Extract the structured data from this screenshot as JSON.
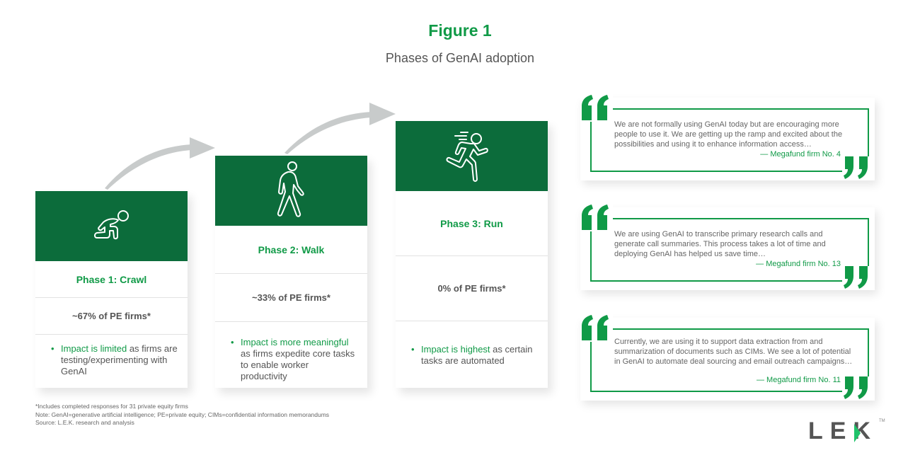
{
  "figure": {
    "title": "Figure 1",
    "subtitle": "Phases of GenAI adoption"
  },
  "colors": {
    "brand_green": "#109a47",
    "dark_green": "#0c6c3b",
    "arrow_gray": "#c8cbcb",
    "text_gray": "#555555"
  },
  "phases": [
    {
      "icon": "crawling-baby-icon",
      "label": "Phase 1: Crawl",
      "share": "~67% of PE firms*",
      "impact_highlight": "Impact is limited",
      "impact_rest": " as firms are testing/experimenting with GenAI"
    },
    {
      "icon": "walking-person-icon",
      "label": "Phase 2: Walk",
      "share": "~33% of PE firms*",
      "impact_highlight": "Impact is more meaningful",
      "impact_rest": " as firms expedite core tasks to enable worker productivity"
    },
    {
      "icon": "running-person-icon",
      "label": "Phase 3: Run",
      "share": "0% of PE firms*",
      "impact_highlight": "Impact is highest",
      "impact_rest": " as certain tasks are automated"
    }
  ],
  "quotes": [
    {
      "text": "We are not formally using GenAI today but are encouraging more people to use it. We are getting up the ramp and excited about the possibilities and using it to enhance information access…",
      "attribution": "— Megafund firm No. 4"
    },
    {
      "text": "We are using GenAI to transcribe primary research calls and generate call summaries. This process takes a lot of time and deploying GenAI has helped us save time…",
      "attribution": "— Megafund firm No. 13"
    },
    {
      "text": "Currently, we are using it to support data extraction from and summarization of documents such as CIMs. We see a lot of potential in GenAI to automate deal sourcing and email outreach campaigns…",
      "attribution": "— Megafund firm No. 11"
    }
  ],
  "notes": {
    "footnote": "*Includes completed responses for 31 private equity firms",
    "note": "Note: GenAI=generative artificial intelligence; PE=private equity; CIMs=confidential information memorandums",
    "source": "Source:  L.E.K. research and analysis"
  },
  "logo": {
    "text_l": "L",
    "text_e": "E",
    "text_k": "K",
    "trademark": "TM"
  }
}
